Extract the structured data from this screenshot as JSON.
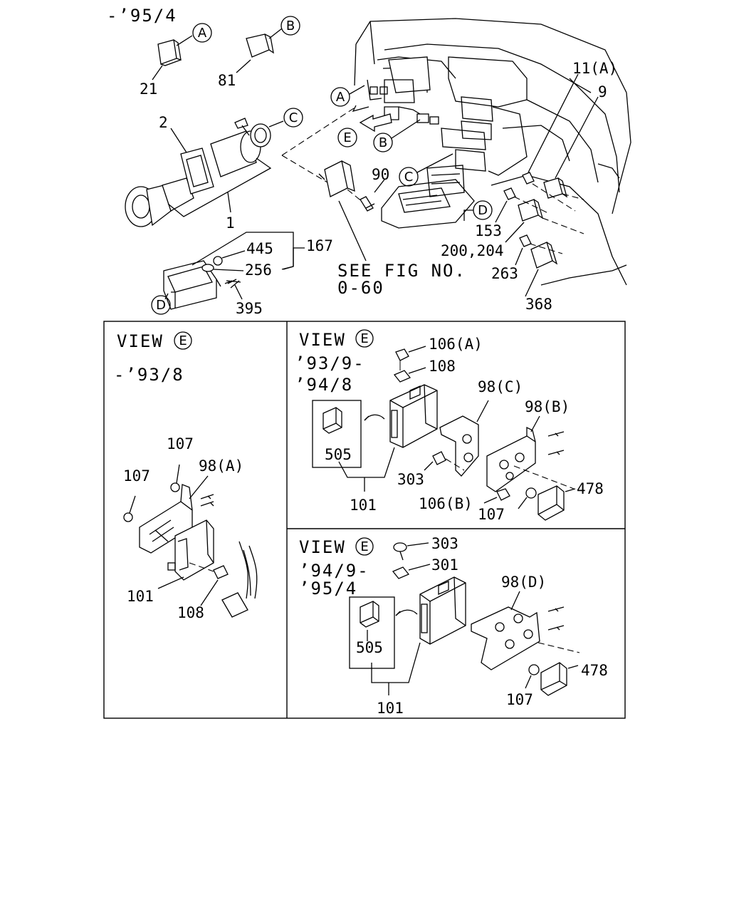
{
  "top": {
    "date_range": "-’95/4",
    "see_fig_line1": "SEE FIG NO.",
    "see_fig_line2": "0-60",
    "callouts": {
      "A": "A",
      "B": "B",
      "C": "C",
      "D": "D",
      "E": "E"
    },
    "parts": {
      "p21": "21",
      "p81": "81",
      "p2": "2",
      "p1": "1",
      "p445": "445",
      "p167": "167",
      "p256": "256",
      "p395": "395",
      "p90": "90",
      "p11a": "11(A)",
      "p9": "9",
      "p153": "153",
      "p200_204": "200,204",
      "p263": "263",
      "p368": "368"
    }
  },
  "panel_left": {
    "view_label": "VIEW",
    "view_letter": "E",
    "date_range": "-’93/8",
    "parts": {
      "p107a": "107",
      "p107b": "107",
      "p98a": "98(A)",
      "p101": "101",
      "p108": "108"
    }
  },
  "panel_top_right": {
    "view_label": "VIEW",
    "view_letter": "E",
    "date_line1": "’93/9-",
    "date_line2": "’94/8",
    "parts": {
      "p106a": "106(A)",
      "p108": "108",
      "p98c": "98(C)",
      "p98b": "98(B)",
      "p505": "505",
      "p303": "303",
      "p478": "478",
      "p106b": "106(B)",
      "p107": "107",
      "p101": "101"
    }
  },
  "panel_bottom_right": {
    "view_label": "VIEW",
    "view_letter": "E",
    "date_line1": "’94/9-",
    "date_line2": "’95/4",
    "parts": {
      "p303": "303",
      "p301": "301",
      "p98d": "98(D)",
      "p505": "505",
      "p478": "478",
      "p107": "107",
      "p101": "101"
    }
  }
}
